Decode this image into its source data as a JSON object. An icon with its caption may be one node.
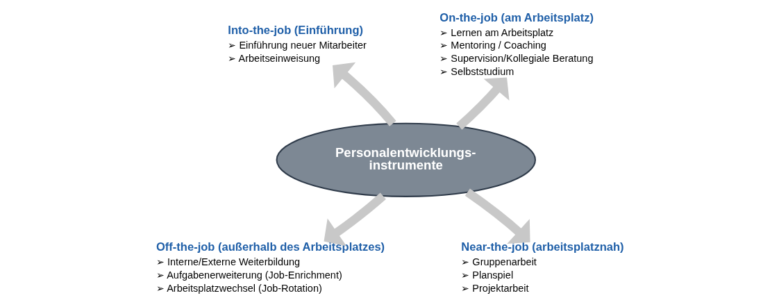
{
  "diagram": {
    "nodes": [
      {
        "text": [
          "Into-the-job (Einführung)",
          "➢ Einführung neuer Mitarbeiter",
          "➢ Arbeitseinweisung"
        ]
      },
      {
        "text": [
          "On-the-job (am Arbeitsplatz)",
          "➢ Lernen am Arbeitsplatz",
          "➢ Mentoring / Coaching",
          "➢ Supervision/Kollegiale Beratung",
          "➢ Selbststudium"
        ]
      },
      {
        "text": [
          "Personalentwicklungs- instrumente"
        ]
      },
      {
        "text": [
          "Off-the-job (außerhalb des Arbeitsplatzes)",
          "➢ Interne/Externe Weiterbildung",
          "➢ Aufgabenerweiterung (Job-Enrichment)",
          "➢ Arbeitsplatzwechsel (Job-Rotation)"
        ]
      },
      {
        "text": [
          "Near-the-job (arbeitsplatznah)",
          "➢ Gruppenarbeit",
          "➢ Planspiel",
          "➢ Projektarbeit"
        ]
      }
    ],
    "edges": [
      {
        "from": 2,
        "to": 0,
        "arrow": "to"
      },
      {
        "from": 2,
        "to": 1,
        "arrow": "to"
      },
      {
        "from": 2,
        "to": 3,
        "arrow": "to"
      },
      {
        "from": 2,
        "to": 4,
        "arrow": "to"
      }
    ]
  }
}
